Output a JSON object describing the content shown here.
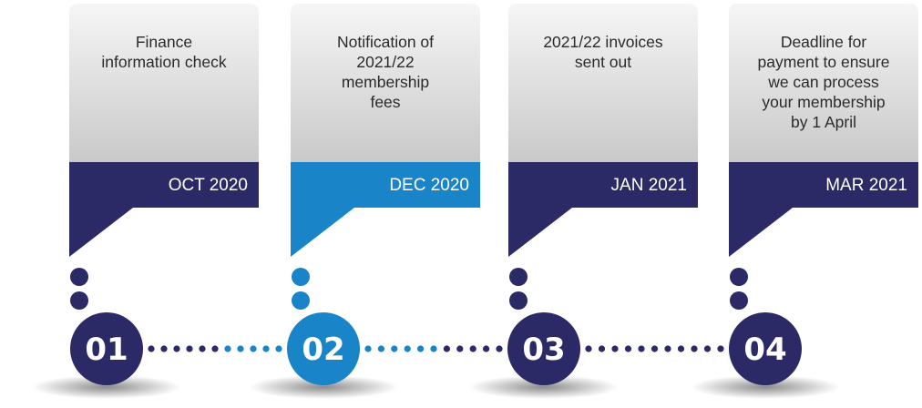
{
  "colors": {
    "navy": "#2b2a66",
    "blue": "#1a84c8",
    "card_light": "#f6f6f6",
    "card_dark": "#c9c9c9"
  },
  "steps": [
    {
      "number": "01",
      "date": "OCT 2020",
      "text_lines": [
        "Finance",
        "information check"
      ],
      "accent": "navy"
    },
    {
      "number": "02",
      "date": "DEC 2020",
      "text_lines": [
        "Notification of",
        "2021/22",
        "membership",
        "fees"
      ],
      "accent": "blue"
    },
    {
      "number": "03",
      "date": "JAN 2021",
      "text_lines": [
        "2021/22 invoices",
        "sent out"
      ],
      "accent": "navy"
    },
    {
      "number": "04",
      "date": "MAR 2021",
      "text_lines": [
        "Deadline for",
        "payment to ensure",
        "we can process",
        "your membership",
        "by 1 April"
      ],
      "accent": "navy"
    }
  ]
}
